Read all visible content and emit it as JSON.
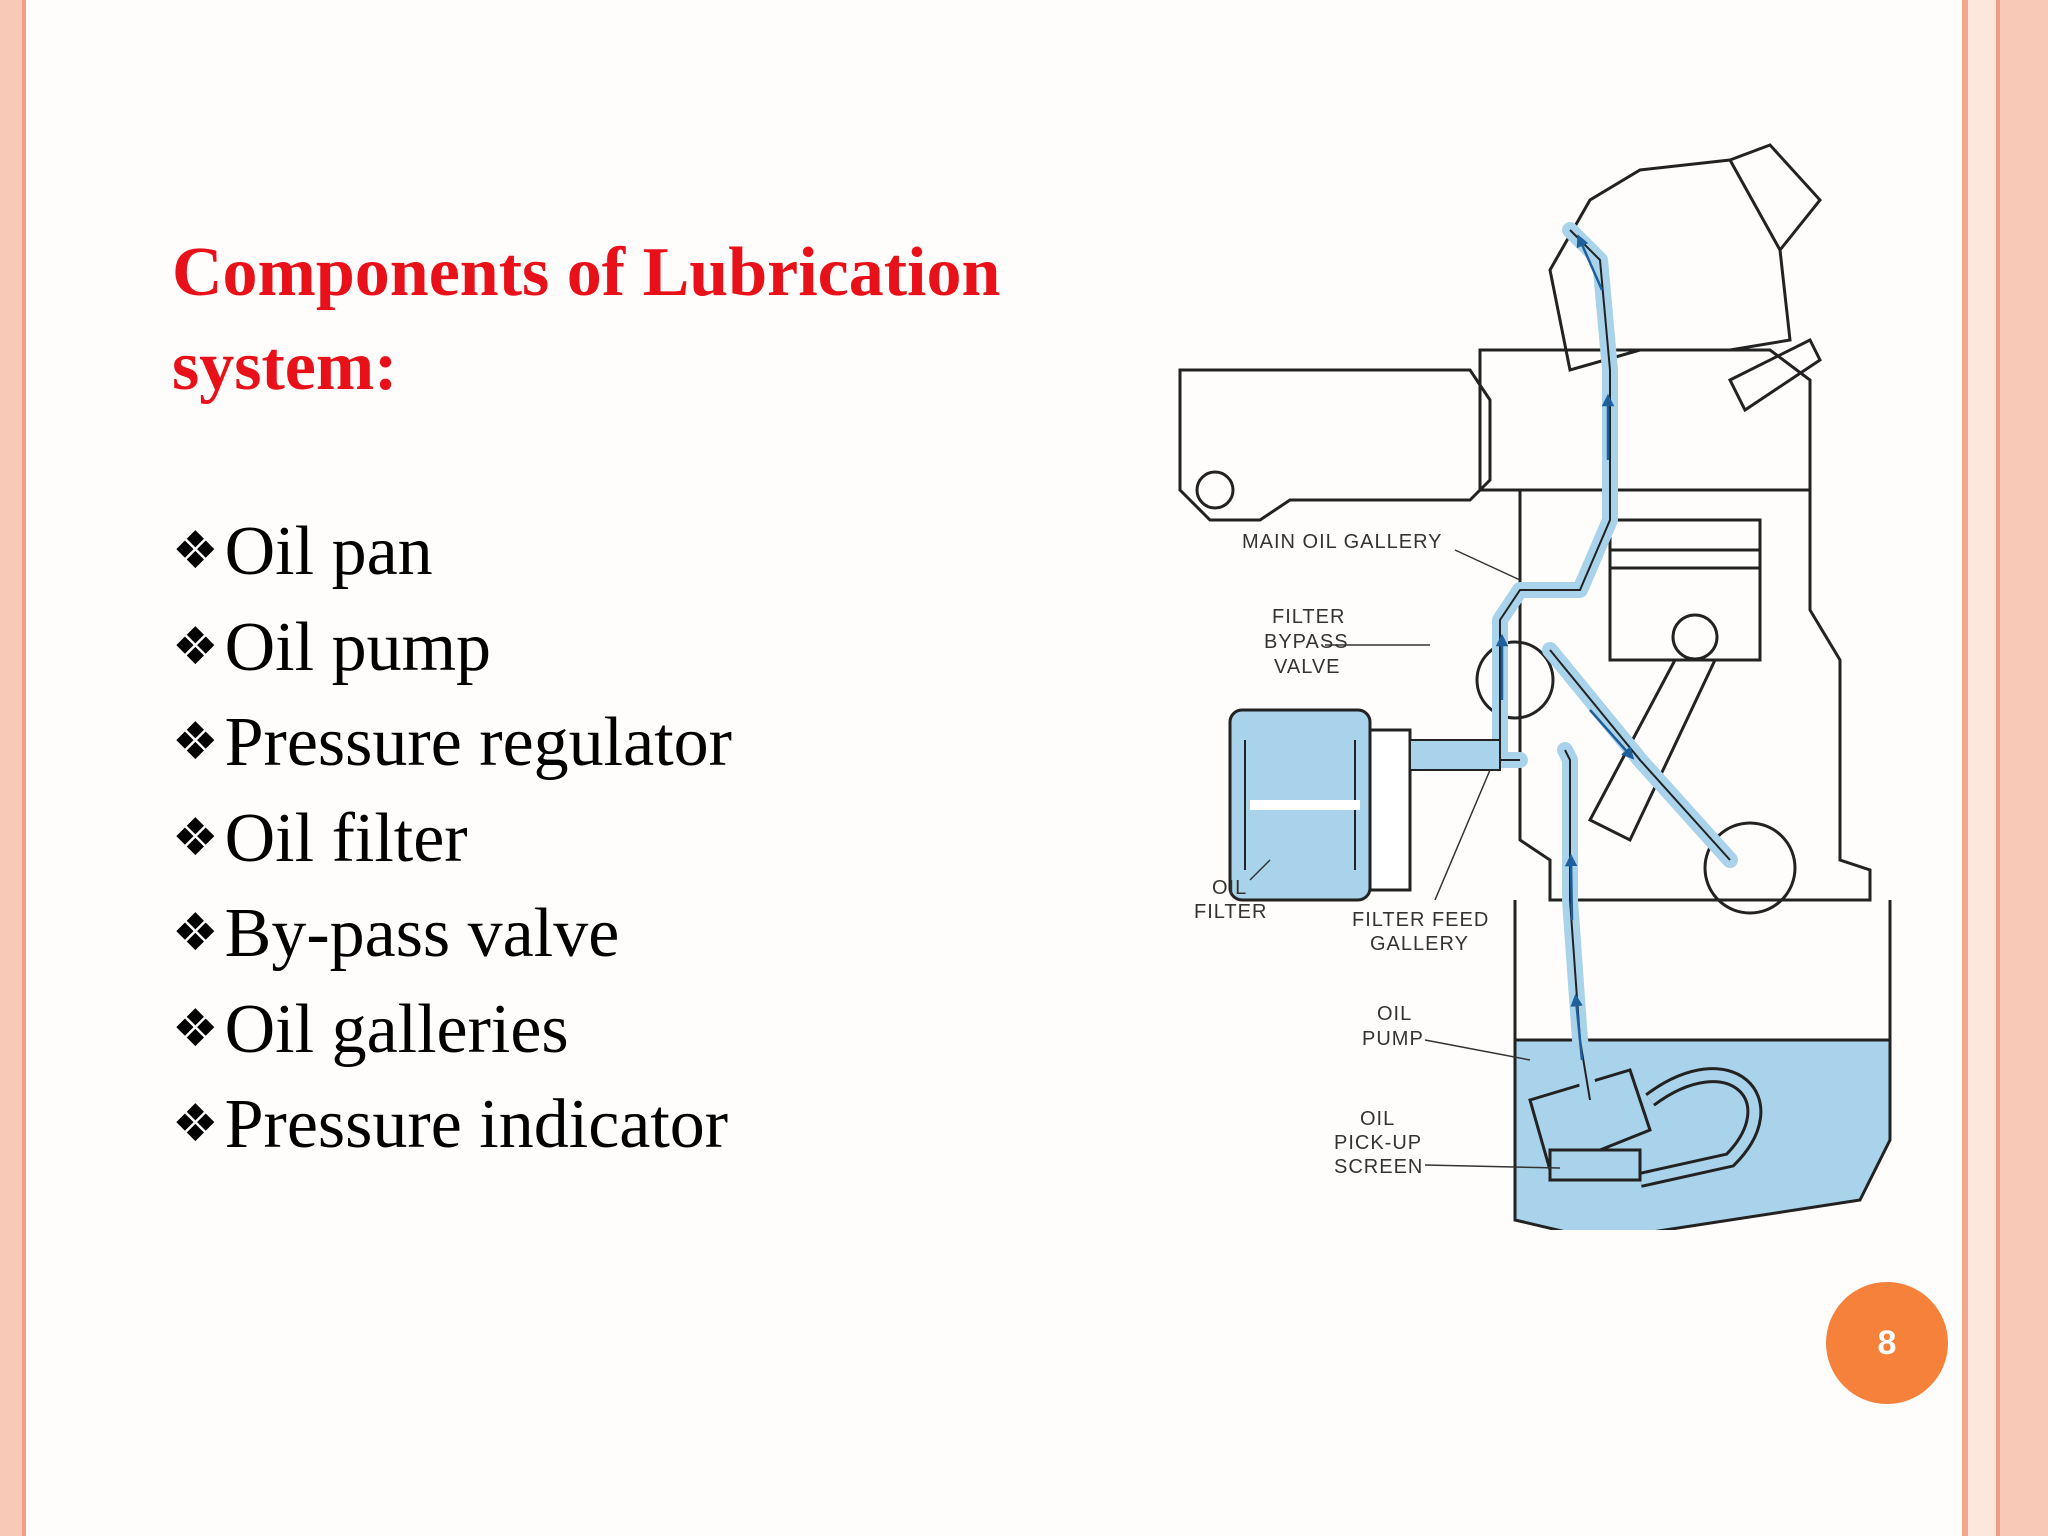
{
  "slide": {
    "title": "Components of Lubrication system:",
    "bullet_glyph": "❖",
    "bullets": [
      "Oil pan",
      "Oil pump",
      "Pressure regulator",
      "Oil filter",
      "By-pass valve",
      "Oil galleries",
      "Pressure indicator"
    ],
    "page_number": "8",
    "colors": {
      "title": "#e8111a",
      "badge": "#f5813a",
      "border": "#f7c9b6",
      "oil": "#a9d3ea"
    }
  },
  "diagram": {
    "labels": {
      "main_oil_gallery": "MAIN OIL GALLERY",
      "filter_bypass_1": "FILTER",
      "filter_bypass_2": "BYPASS",
      "filter_bypass_3": "VALVE",
      "oil_filter_1": "OIL",
      "oil_filter_2": "FILTER",
      "filter_feed_1": "FILTER FEED",
      "filter_feed_2": "GALLERY",
      "oil_pump_1": "OIL",
      "oil_pump_2": "PUMP",
      "pickup_1": "OIL",
      "pickup_2": "PICK-UP",
      "pickup_3": "SCREEN"
    }
  }
}
